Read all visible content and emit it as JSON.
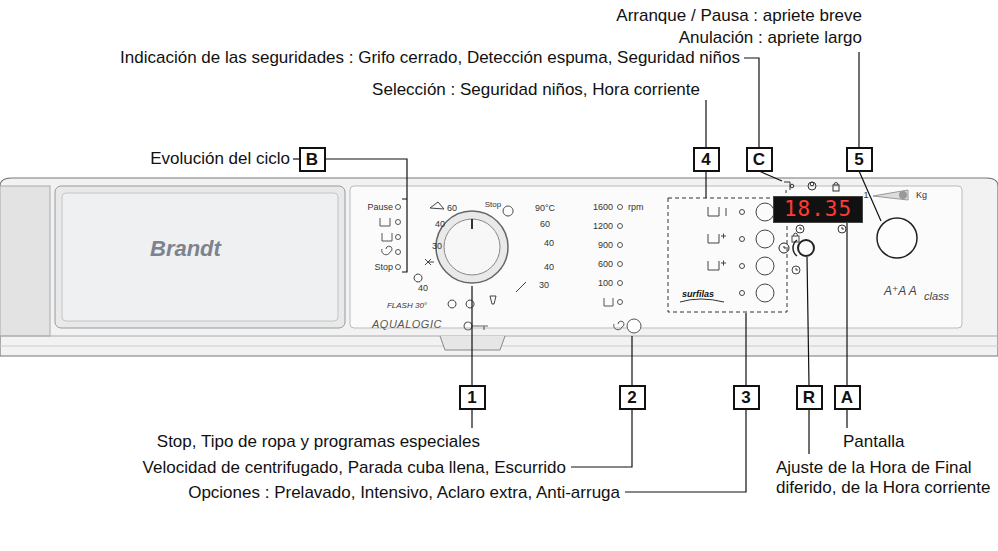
{
  "diagram": {
    "nodes": [
      {
        "text": [
          "B"
        ]
      },
      {
        "text": [
          "4"
        ]
      },
      {
        "text": [
          "C"
        ]
      },
      {
        "text": [
          "5"
        ]
      },
      {
        "text": [
          "18.35"
        ]
      },
      {
        "text": [
          "1"
        ]
      },
      {
        "text": [
          "2"
        ]
      },
      {
        "text": [
          "3"
        ]
      },
      {
        "text": [
          "R"
        ]
      },
      {
        "text": [
          "A"
        ]
      }
    ],
    "labels": [
      "Arranque / Pausa : apriete breve",
      "Anulación : apriete largo",
      "Indicación de las seguridades : Grifo cerrado, Detección espuma, Seguridad niños",
      "Selección : Seguridad niños, Hora corriente",
      "Evolución del ciclo",
      "Brandt",
      "Pause",
      "Stop",
      "60",
      "Stop",
      "90°C",
      "40",
      "30",
      "40",
      "FLASH 30°",
      "60",
      "40",
      "40",
      "30",
      "1600",
      "1200",
      "900",
      "600",
      "100",
      "rpm",
      "AQUALOGIC",
      "surfilas",
      "1",
      "Kg",
      "A⁺A A",
      "class",
      "Stop, Tipo de ropa y programas especiales",
      "Velocidad de centrifugado, Parada cuba llena, Escurrido",
      "Opciones : Prelavado, Intensivo, Aclaro extra, Anti-arruga",
      "Pantalla",
      "Ajuste de la Hora de Final diferido, de la Hora corriente"
    ]
  }
}
